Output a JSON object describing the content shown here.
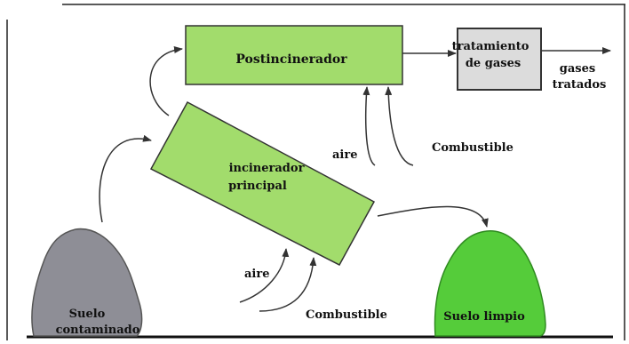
{
  "labels": {
    "postincinerator": "Postincinerador",
    "gas_treatment_line1": "tratamiento",
    "gas_treatment_line2": "de gases",
    "treated_gases_line1": "gases",
    "treated_gases_line2": "tratados",
    "main_incinerator_line1": "incinerador",
    "main_incinerator_line2": "principal",
    "air_top": "aire",
    "fuel_top": "Combustible",
    "air_bottom": "aire",
    "fuel_bottom": "Combustible",
    "contaminated_soil_line1": "Suelo",
    "contaminated_soil_line2": "contaminado",
    "clean_soil": "Suelo limpio"
  },
  "colors": {
    "green_box": "#a2dc6c",
    "grey_box": "#dcdcdc",
    "contaminated_rock": "#8e8e96",
    "clean_rock": "#55cc3a",
    "line": "#333333"
  }
}
